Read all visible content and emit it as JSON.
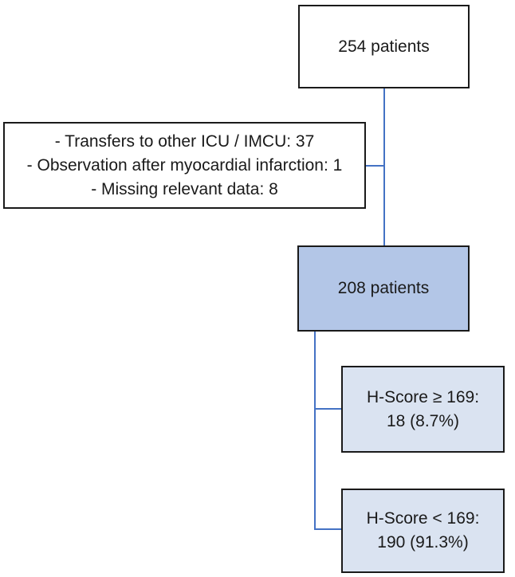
{
  "diagram": {
    "type": "patient-flow-diagram",
    "nodes": {
      "total": {
        "label": "254 patients"
      },
      "exclusions": {
        "lines": [
          "- Transfers to other ICU / IMCU: 37",
          "- Observation after myocardial infarction: 1",
          "- Missing relevant data: 8"
        ]
      },
      "included": {
        "label": "208 patients"
      },
      "hscore_high": {
        "lines": [
          "H-Score ≥ 169:",
          "18 (8.7%)"
        ]
      },
      "hscore_low": {
        "lines": [
          "H-Score < 169:",
          "190 (91.3%)"
        ]
      }
    },
    "edges": [
      {
        "from": "total",
        "to": "included"
      },
      {
        "from": "total",
        "to": "exclusions"
      },
      {
        "from": "included",
        "to": "hscore_high"
      },
      {
        "from": "included",
        "to": "hscore_low"
      }
    ],
    "colors": {
      "connector": "#4472c4",
      "box_border": "#1a1a1a",
      "fill_white": "#ffffff",
      "fill_included": "#b3c6e7",
      "fill_hscore": "#dae3f1",
      "text": "#1a1a1a",
      "background": "#ffffff"
    }
  }
}
